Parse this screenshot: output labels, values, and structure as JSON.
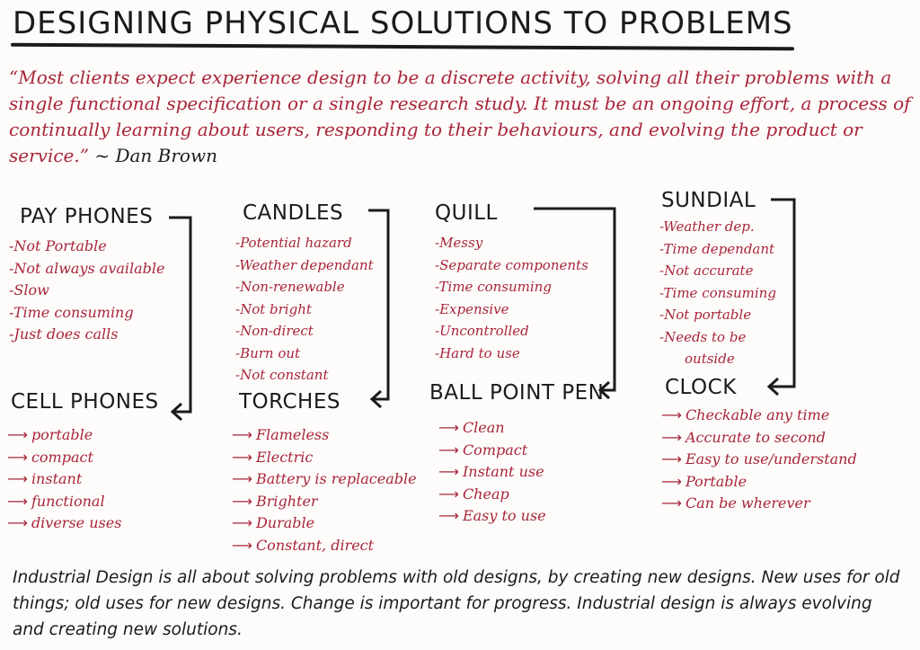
{
  "title": "DESIGNING PHYSICAL SOLUTIONS TO PROBLEMS",
  "quote": {
    "text": "“Most clients expect experience design to be a discrete activity, solving all their problems with a single functional specification or a single research study. It must be an ongoing effort, a process of continually learning about users, responding to their behaviours, and evolving the product or service.”",
    "author": "~ Dan Brown"
  },
  "columns": [
    {
      "problem": "PAY PHONES",
      "issues": [
        "-Not Portable",
        "-Not always available",
        "-Slow",
        "-Time consuming",
        "-Just does calls"
      ],
      "solution": "CELL PHONES",
      "benefits": [
        "portable",
        "compact",
        "instant",
        "functional",
        "diverse uses"
      ]
    },
    {
      "problem": "CANDLES",
      "issues": [
        "-Potential hazard",
        "-Weather dependant",
        "-Non-renewable",
        "-Not bright",
        "-Non-direct",
        "-Burn out",
        "-Not constant"
      ],
      "solution": "TORCHES",
      "benefits": [
        "Flameless",
        "Electric",
        "Battery is replaceable",
        "Brighter",
        "Durable",
        "Constant, direct"
      ]
    },
    {
      "problem": "QUILL",
      "issues": [
        "-Messy",
        "-Separate components",
        "-Time consuming",
        "-Expensive",
        "-Uncontrolled",
        "-Hard to use"
      ],
      "solution": "BALL POINT PEN",
      "benefits": [
        "Clean",
        "Compact",
        "Instant use",
        "Cheap",
        "Easy to use"
      ]
    },
    {
      "problem": "SUNDIAL",
      "issues": [
        "-Weather dep.",
        "-Time dependant",
        "-Not accurate",
        "-Time consuming",
        "-Not portable",
        "-Needs to be",
        "outside"
      ],
      "solution": "CLOCK",
      "benefits": [
        "Checkable any time",
        "Accurate to second",
        "Easy to use/understand",
        "Portable",
        "Can be wherever"
      ]
    }
  ],
  "footer": "Industrial Design is all about solving problems with old designs, by creating new designs. New uses for old things; old uses for new designs. Change is important for progress. Industrial design is always evolving and creating new solutions."
}
